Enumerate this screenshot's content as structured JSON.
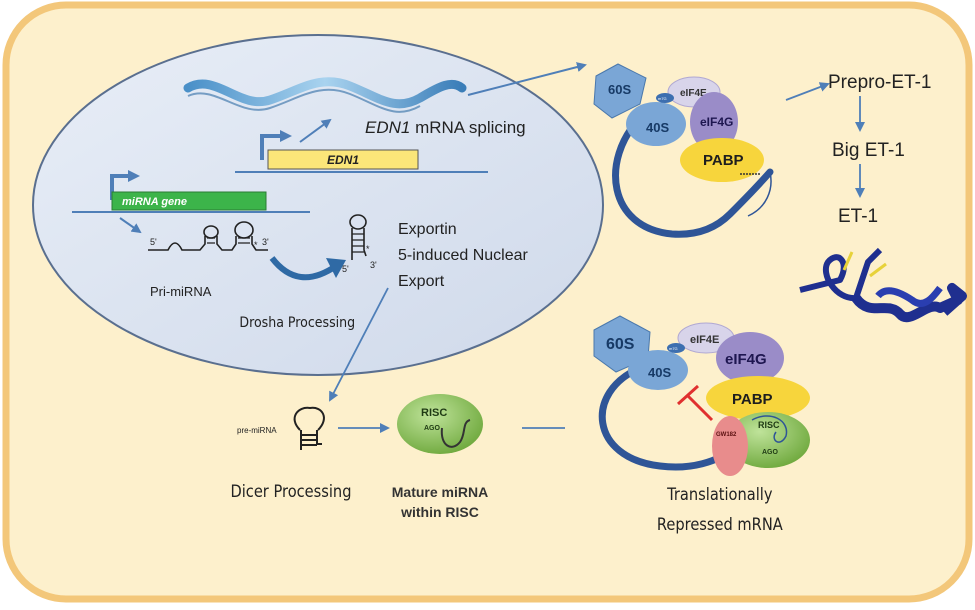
{
  "nucleus": {
    "mrna_label_italic": "EDN1",
    "mrna_label_rest": " mRNA splicing",
    "edn1_gene": "EDN1",
    "mirna_gene": "miRNA gene",
    "five_prime": "5'",
    "three_prime": "3'",
    "star": "*",
    "pri_mirna": "Pri-miRNA",
    "drosha": "Drosha Processing",
    "exportin_line1": "Exportin",
    "exportin_line2": "5-induced Nuclear",
    "exportin_line3": "Export"
  },
  "cytoplasm": {
    "pre_mirna": "pre-miRNA",
    "dicer": "Dicer Processing",
    "risc": "RISC",
    "ago": "AGO",
    "mature_line1": "Mature miRNA",
    "mature_line2": "within RISC",
    "repressed_line1": "Translationally",
    "repressed_line2": "Repressed mRNA"
  },
  "translation": {
    "s60": "60S",
    "s40": "40S",
    "eif4e": "eIF4E",
    "eif4g": "eIF4G",
    "pabp": "PABP",
    "cap": "m7G",
    "gw182": "GW182",
    "risc": "RISC",
    "ago": "AGO"
  },
  "pathway": {
    "prepro": "Prepro-ET-1",
    "big": "Big ET-1",
    "et1": "ET-1"
  },
  "colors": {
    "cell_fill": "#fdf0cc",
    "cell_border": "#f3c77a",
    "nucleus_fill": "#dfe6f2",
    "arrow": "#4f7fb8",
    "ribosome": "#7aa6d6",
    "eif4e": "#d8d4ea",
    "eif4g": "#9a8cc8",
    "pabp": "#f7d53c",
    "risc": "#8dc55a",
    "gw182": "#e88c8c",
    "mrna": "#2f5597",
    "inhibit": "#e0302f",
    "edn1_box": "#fbe679",
    "mirna_box": "#3cb44a"
  }
}
